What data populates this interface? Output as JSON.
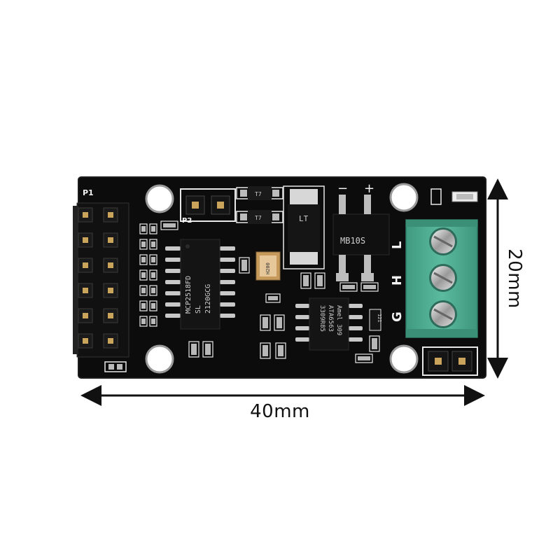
{
  "product": {
    "silkscreen": {
      "header_p1": "P1",
      "header_p2": "P2",
      "minus": "−",
      "plus": "+",
      "L": "L",
      "H": "H",
      "G": "G",
      "diode_t7_a": "T7",
      "diode_t7_b": "T7",
      "tvs_lt": "LT",
      "bridge": "MB10S",
      "osc": "H200",
      "cap_label": "121"
    },
    "chips": {
      "controller_line1": "MCP2518FD",
      "controller_line2": "SL",
      "controller_line3": "2120GCG",
      "transceiver_line1": "Amel 309",
      "transceiver_line2": "ATA6563",
      "transceiver_line3": "3309R85"
    }
  },
  "dimensions": {
    "width": "40mm",
    "height": "20mm"
  },
  "colors": {
    "pcb": "#0d0d0d",
    "terminal_block": "#4dab8f",
    "silkscreen": "#f2f2f2",
    "pad_gold": "#c9a45a"
  }
}
